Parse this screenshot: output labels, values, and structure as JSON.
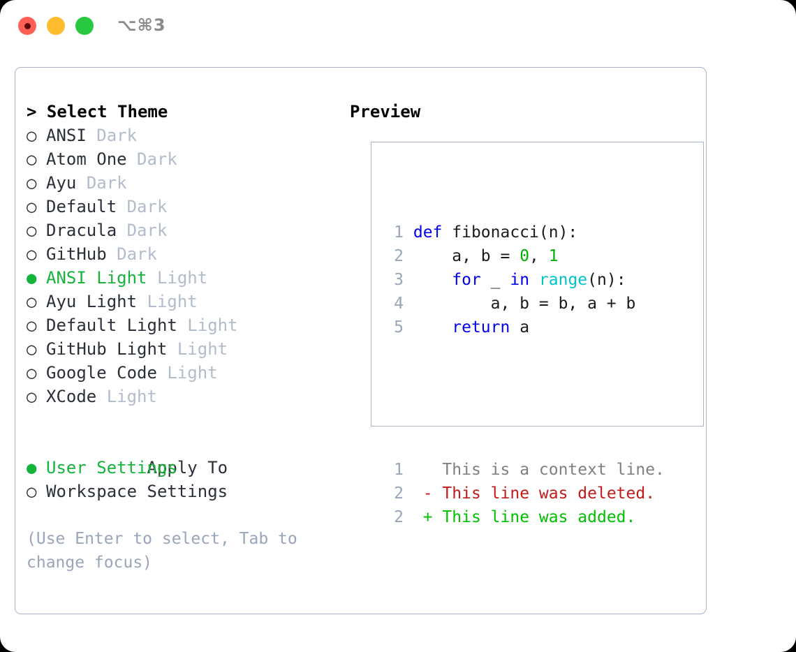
{
  "titlebar": {
    "shortcut_label": "⌥⌘3",
    "buttons": [
      {
        "name": "close",
        "color": "#ff5f57"
      },
      {
        "name": "minimize",
        "color": "#ffbd2e"
      },
      {
        "name": "maximize",
        "color": "#28c840"
      }
    ]
  },
  "theme_picker": {
    "heading": "> Select Theme",
    "marker_selected": "●",
    "marker_unselected": "○",
    "items": [
      {
        "marker": "○",
        "name": "ANSI",
        "suffix": "Dark",
        "selected": false
      },
      {
        "marker": "○",
        "name": "Atom One",
        "suffix": "Dark",
        "selected": false
      },
      {
        "marker": "○",
        "name": "Ayu",
        "suffix": "Dark",
        "selected": false
      },
      {
        "marker": "○",
        "name": "Default",
        "suffix": "Dark",
        "selected": false
      },
      {
        "marker": "○",
        "name": "Dracula",
        "suffix": "Dark",
        "selected": false
      },
      {
        "marker": "○",
        "name": "GitHub",
        "suffix": "Dark",
        "selected": false
      },
      {
        "marker": "●",
        "name": "ANSI Light",
        "suffix": "Light",
        "selected": true
      },
      {
        "marker": "○",
        "name": "Ayu Light",
        "suffix": "Light",
        "selected": false
      },
      {
        "marker": "○",
        "name": "Default Light",
        "suffix": "Light",
        "selected": false
      },
      {
        "marker": "○",
        "name": "GitHub Light",
        "suffix": "Light",
        "selected": false
      },
      {
        "marker": "○",
        "name": "Google Code",
        "suffix": "Light",
        "selected": false
      },
      {
        "marker": "○",
        "name": "XCode",
        "suffix": "Light",
        "selected": false
      }
    ]
  },
  "apply_to": {
    "heading": "Apply To",
    "items": [
      {
        "marker": "●",
        "name": "User Settings",
        "selected": true
      },
      {
        "marker": "○",
        "name": "Workspace Settings",
        "selected": false
      }
    ]
  },
  "hint": "(Use Enter to select, Tab to change focus)",
  "preview": {
    "heading": "Preview",
    "code_lines": [
      {
        "n": "1",
        "tokens": [
          {
            "t": "def ",
            "c": "kw"
          },
          {
            "t": "fibonacci(n):",
            "c": "pl"
          }
        ]
      },
      {
        "n": "2",
        "tokens": [
          {
            "t": "    a, b = ",
            "c": "pl"
          },
          {
            "t": "0",
            "c": "num"
          },
          {
            "t": ", ",
            "c": "pl"
          },
          {
            "t": "1",
            "c": "num"
          }
        ]
      },
      {
        "n": "3",
        "tokens": [
          {
            "t": "    ",
            "c": "pl"
          },
          {
            "t": "for",
            "c": "kw"
          },
          {
            "t": " _ ",
            "c": "pl"
          },
          {
            "t": "in",
            "c": "kw"
          },
          {
            "t": " ",
            "c": "pl"
          },
          {
            "t": "range",
            "c": "fn"
          },
          {
            "t": "(n):",
            "c": "pl"
          }
        ]
      },
      {
        "n": "4",
        "tokens": [
          {
            "t": "        a, b = b, a + b",
            "c": "pl"
          }
        ]
      },
      {
        "n": "5",
        "tokens": [
          {
            "t": "    ",
            "c": "pl"
          },
          {
            "t": "return",
            "c": "kw"
          },
          {
            "t": " a",
            "c": "pl"
          }
        ]
      }
    ],
    "diff_lines": [
      {
        "n": "1",
        "sign": " ",
        "text": "This is a context line.",
        "kind": "ctx"
      },
      {
        "n": "2",
        "sign": "-",
        "text": "This line was deleted.",
        "kind": "del"
      },
      {
        "n": "2",
        "sign": "+",
        "text": "This line was added.",
        "kind": "add"
      }
    ]
  },
  "colors": {
    "accent_green": "#16b43c",
    "border": "#a9b4c4",
    "muted": "#b3bccb",
    "hint": "#9aa5b8",
    "keyword": "#0000ee",
    "function": "#00c5c7",
    "number": "#00b000",
    "diff_add": "#00c000",
    "diff_del": "#c41a1a",
    "diff_ctx": "#808080"
  }
}
